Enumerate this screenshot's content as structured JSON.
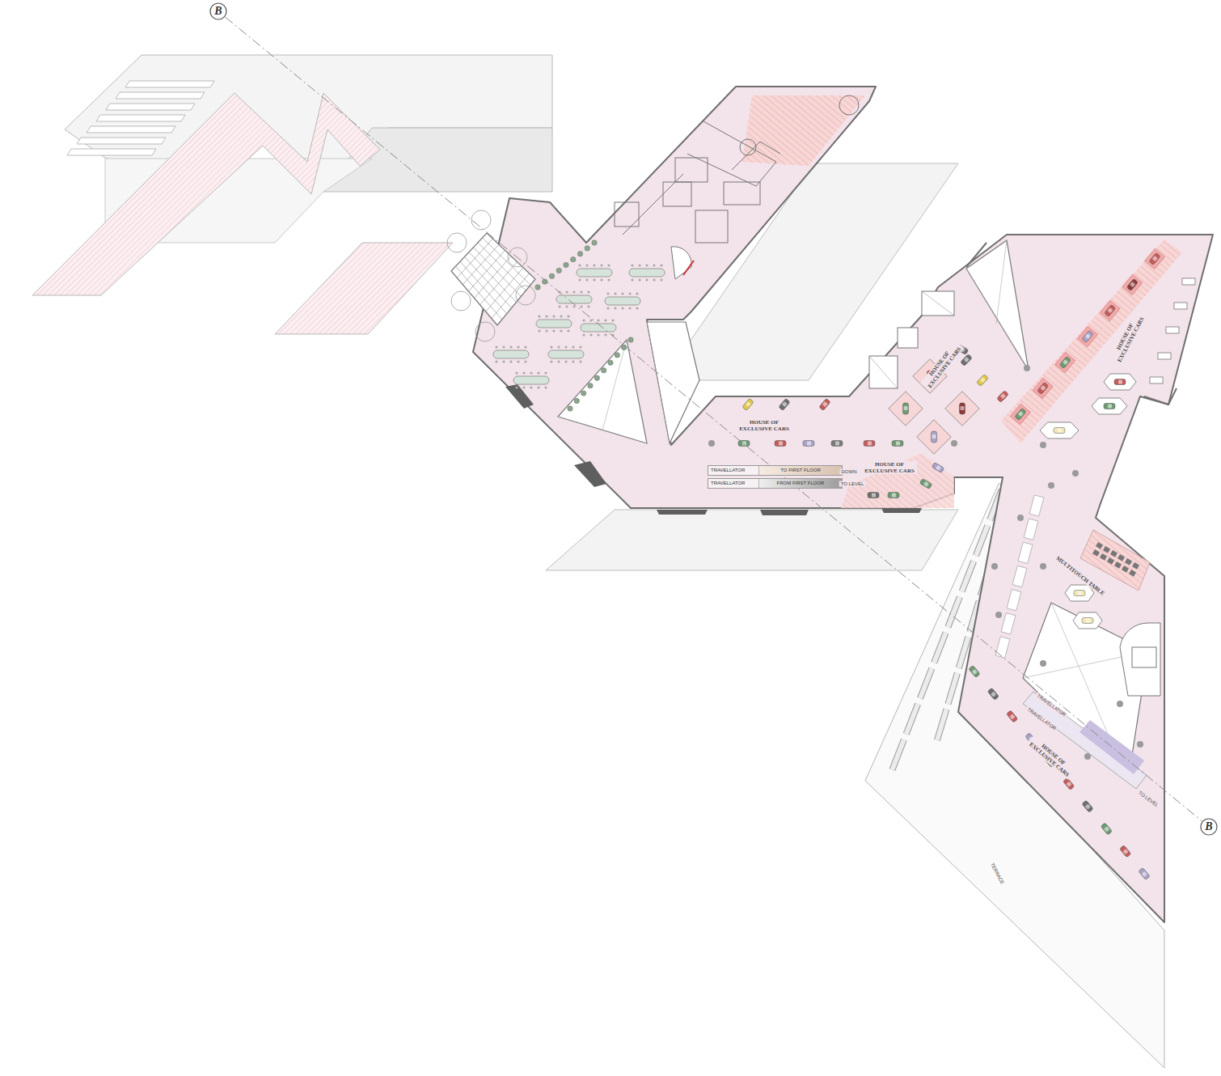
{
  "diagram": {
    "nodes": [
      {
        "text": [
          "B"
        ]
      },
      {
        "text": [
          "TRAVELLATOR",
          "TO FIRST FLOOR"
        ]
      },
      {
        "text": [
          "TRAVELLATOR",
          "FROM FIRST FLOOR"
        ]
      },
      {
        "text": [
          "B"
        ]
      }
    ],
    "edges": [
      {
        "from": 0,
        "to": 3,
        "arrow": "none"
      }
    ],
    "labels": [
      "HOUSE OF EXCLUSIVE CARS",
      "HOUSE OF EXCLUSIVE CARS",
      "HOUSE OF EXCLUSIVE CARS",
      "HOUSE OF EXCLUSIVE CARS",
      "HOUSE OF EXCLUSIVE CARS",
      "DOWN",
      "TO LEVEL",
      "MULTITOUCH TABLE",
      "TRAVELLATOR",
      "TRAVELLATOR",
      "TO LEVEL",
      "TERRACE"
    ]
  }
}
